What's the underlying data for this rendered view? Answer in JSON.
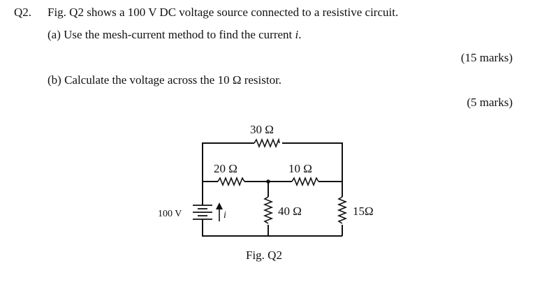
{
  "question": {
    "number": "Q2.",
    "stem": "Fig. Q2 shows a 100 V DC voltage source connected to a resistive circuit.",
    "part_a": {
      "text_before": "(a) Use the mesh-current method to find the current ",
      "variable": "i",
      "text_after": ".",
      "marks": "(15 marks)"
    },
    "part_b": {
      "text": "(b) Calculate the voltage across the 10 Ω resistor.",
      "marks": "(5 marks)"
    }
  },
  "figure": {
    "caption": "Fig. Q2",
    "source_label": "100 V",
    "current_label": "i",
    "resistors": {
      "r30": "30 Ω",
      "r20": "20 Ω",
      "r10": "10 Ω",
      "r40": "40 Ω",
      "r15": "15Ω"
    }
  }
}
